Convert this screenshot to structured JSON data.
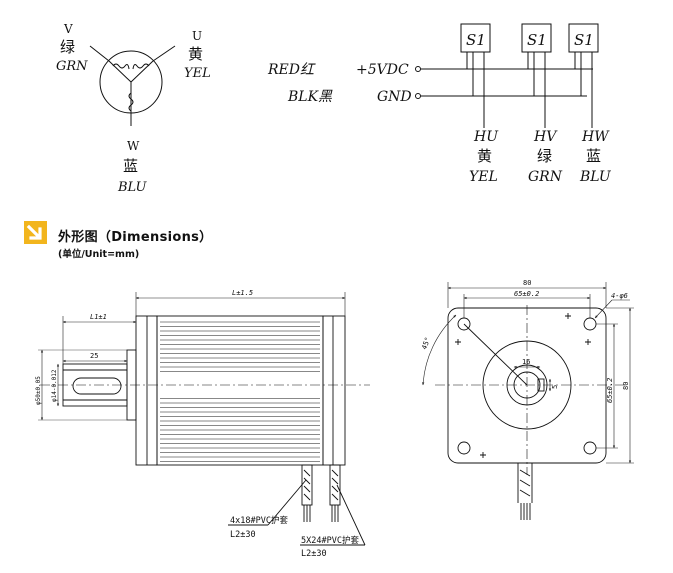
{
  "wiring": {
    "phases": [
      {
        "letter": "V",
        "zh": "绿",
        "en": "GRN"
      },
      {
        "letter": "U",
        "zh": "黄",
        "en": "YEL"
      },
      {
        "letter": "W",
        "zh": "蓝",
        "en": "BLU"
      }
    ],
    "power": {
      "red": "RED红",
      "vdc": "+5VDC",
      "blk": "BLK黑",
      "gnd": "GND"
    },
    "sensor_label": "S1",
    "halls": [
      {
        "code": "HU",
        "zh": "黄",
        "en": "YEL"
      },
      {
        "code": "HV",
        "zh": "绿",
        "en": "GRN"
      },
      {
        "code": "HW",
        "zh": "蓝",
        "en": "BLU"
      }
    ]
  },
  "section": {
    "title": "外形图（Dimensions）",
    "subtitle": "(单位/Unit=mm)"
  },
  "side_view": {
    "length": "L±1.5",
    "l1": "L1±1",
    "shaft_len": "25",
    "shaft_dia": "φ14-0.012",
    "pilot_dia": "φ50±0.05",
    "cable1_spec": "4x18#PVC护套",
    "cable1_len": "L2±30",
    "cable2_spec": "5X24#PVC护套",
    "cable2_len": "L2±30"
  },
  "front_view": {
    "width": "80",
    "hole_spacing": "65±0.2",
    "holes": "4-φ6",
    "angle": "45°",
    "key": "16",
    "key_w": "5",
    "height_inner": "65±0.2",
    "height": "80"
  }
}
